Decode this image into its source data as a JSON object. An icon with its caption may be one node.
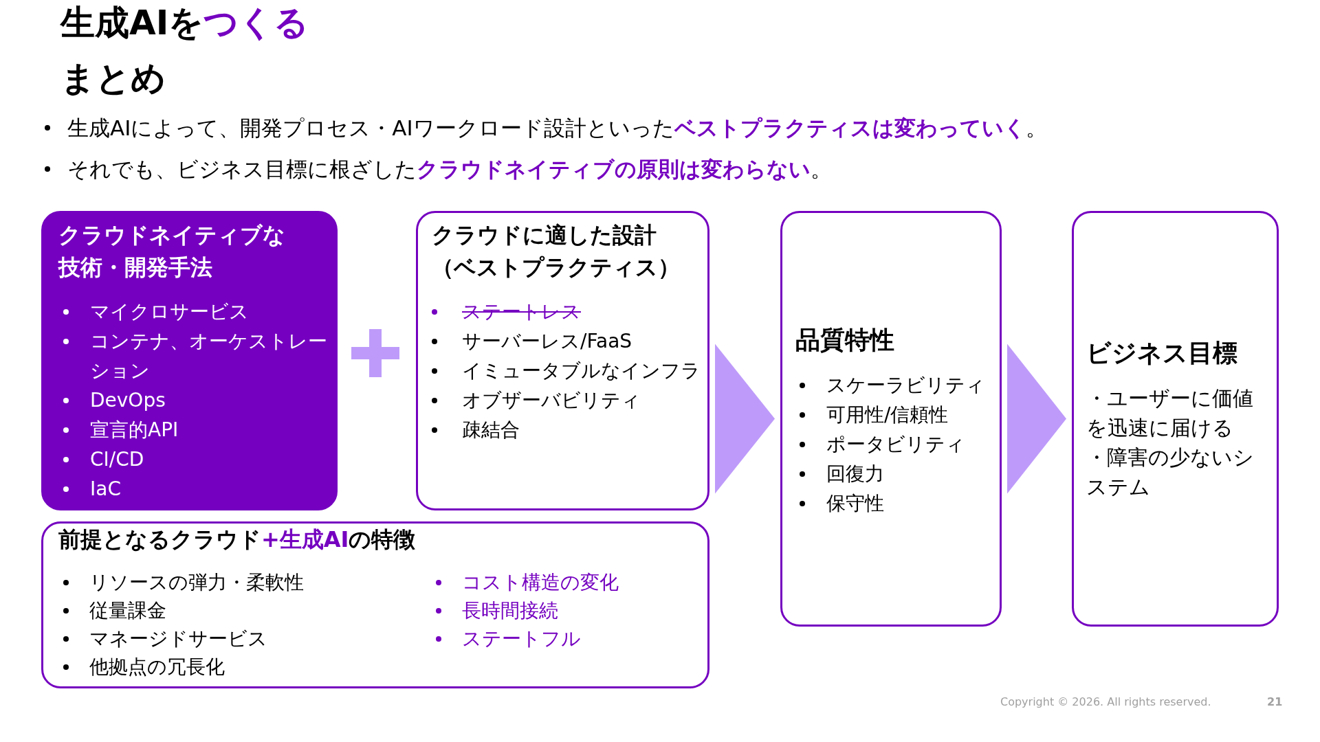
{
  "diagram": {
    "title": "生成AIを**つくる**",
    "nodes": [
      {
        "text": [
          "クラウドネイティブな技術・開発手法",
          "マイクロサービス",
          "コンテナ、オーケストレーション",
          "DevOps",
          "宣言的API",
          "CI/CD",
          "IaC"
        ]
      },
      {
        "text": [
          "クラウドに適した設計（ベストプラクティス）",
          "ステートレス",
          "サーバーレス/FaaS",
          "イミュータブルなインフラ",
          "オブザーバビリティ",
          "疎結合"
        ]
      },
      {
        "text": [
          "前提となるクラウド**+生成AI**の特徴",
          "リソースの弾力・柔軟性",
          "従量課金",
          "マネージドサービス",
          "他拠点の冗長化",
          "コスト構造の変化",
          "長時間接続",
          "ステートフル"
        ]
      },
      {
        "text": [
          "品質特性",
          "スケーラビリティ",
          "可用性/信頼性",
          "ポータビリティ",
          "回復力",
          "保守性"
        ]
      },
      {
        "text": [
          "ビジネス目標",
          "・ユーザーに価値を迅速に届ける",
          "・障害の少ないシステム"
        ]
      }
    ],
    "edges": [
      {
        "from": 1,
        "to": 3,
        "arrow": "to"
      },
      {
        "from": 3,
        "to": 4,
        "arrow": "to"
      }
    ],
    "labels": [
      "まとめ",
      "生成AIによって、開発プロセス・AIワークロード設計といった**ベストプラクティスは変わっていく**。",
      "それでも、ビジネス目標に根ざした**クラウドネイティブの原則は変わらない**。",
      "Copyright © 2026. All rights reserved.",
      "21"
    ]
  }
}
